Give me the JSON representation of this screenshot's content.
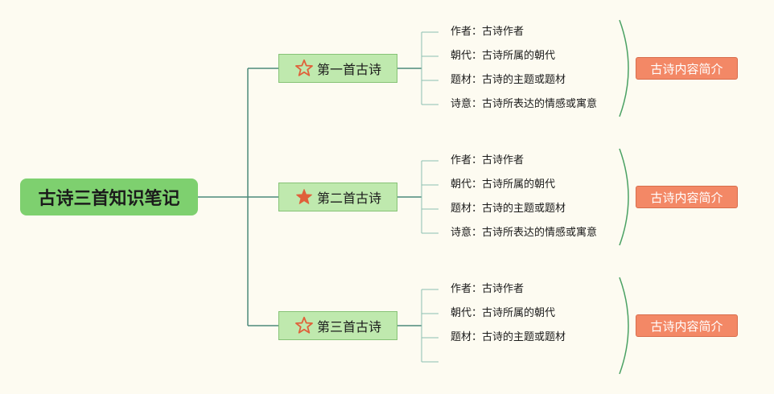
{
  "root": {
    "label": "古诗三首知识笔记"
  },
  "colors": {
    "background": "#fdfbf1",
    "root_fill": "#7ed06f",
    "topic_fill": "#bfe9ae",
    "summary_fill": "#f38866",
    "connector": "#4d8a7a",
    "leaf_connector": "#8cbfb1",
    "star": "#e0603a"
  },
  "topics": [
    {
      "label": "第一首古诗",
      "icon": "star-outline-icon",
      "leaves": [
        "作者：古诗作者",
        "朝代：古诗所属的朝代",
        "题材：古诗的主题或题材",
        "诗意：古诗所表达的情感或寓意"
      ],
      "summary": "古诗内容简介"
    },
    {
      "label": "第二首古诗",
      "icon": "star-filled-icon",
      "leaves": [
        "作者：古诗作者",
        "朝代：古诗所属的朝代",
        "题材：古诗的主题或题材",
        "诗意：古诗所表达的情感或寓意"
      ],
      "summary": "古诗内容简介"
    },
    {
      "label": "第三首古诗",
      "icon": "star-outline-icon",
      "leaves": [
        "作者：古诗作者",
        "朝代：古诗所属的朝代",
        "题材：古诗的主题或题材",
        ""
      ],
      "summary": "古诗内容简介"
    }
  ]
}
